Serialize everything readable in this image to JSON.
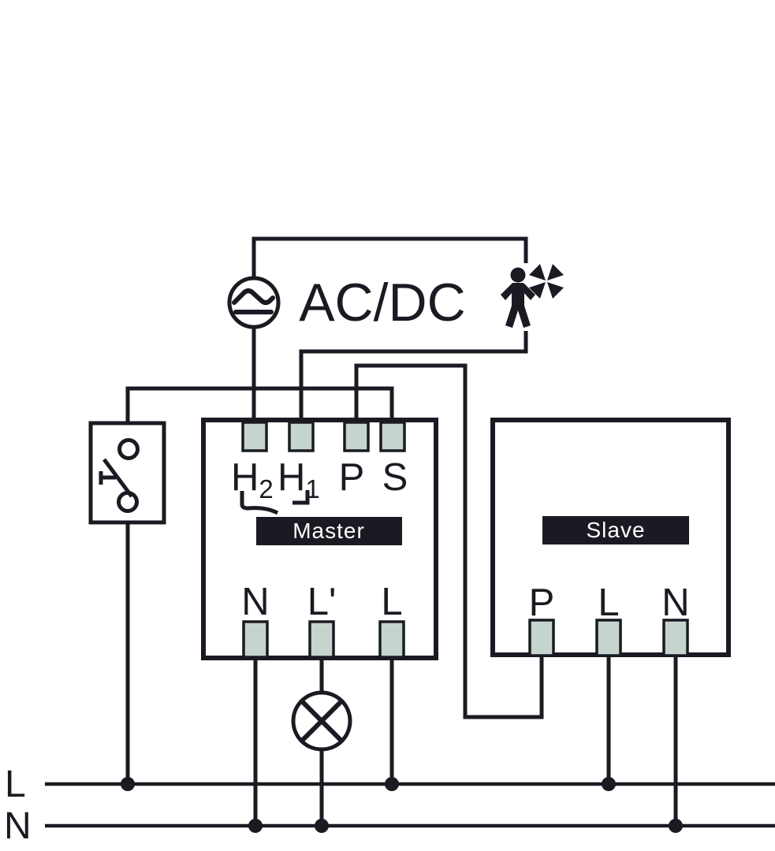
{
  "diagram": {
    "title_hint": "Master/Slave wiring schematic",
    "power_source": {
      "label": "AC/DC",
      "icon": "circle-sine-wave-source"
    },
    "presence": {
      "icon": "person-with-asterisk"
    },
    "master": {
      "name_label": "Master",
      "top_terminals": [
        {
          "base": "H",
          "sub": "2"
        },
        {
          "base": "H",
          "sub": "1"
        },
        {
          "label": "P"
        },
        {
          "label": "S"
        }
      ],
      "bottom_terminals": [
        "N",
        "L'",
        "L"
      ],
      "jumper_symbol": "link-between-H2-H1"
    },
    "slave": {
      "name_label": "Slave",
      "bottom_terminals": [
        "P",
        "L",
        "N"
      ]
    },
    "switch": {
      "icon": "push-button-switch"
    },
    "lamp": {
      "icon": "lamp-circle-cross"
    },
    "bus": {
      "line_label": "L",
      "neutral_label": "N"
    },
    "colors": {
      "stroke": "#1a1b22",
      "terminal_fill": "#c6d4ce",
      "badge_bg": "#1a1b22",
      "badge_text": "#ffffff",
      "background": "#ffffff"
    }
  }
}
